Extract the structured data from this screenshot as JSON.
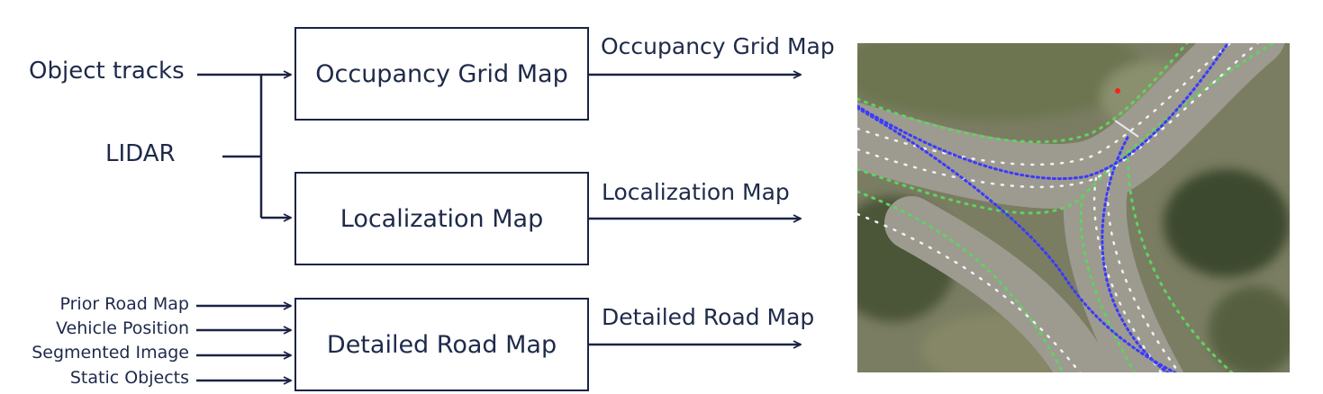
{
  "inputs": {
    "object_tracks": "Object tracks",
    "lidar": "LIDAR",
    "prior_road_map": "Prior Road Map",
    "vehicle_position": "Vehicle Position",
    "segmented_image": "Segmented Image",
    "static_objects": "Static Objects"
  },
  "boxes": {
    "occupancy": "Occupancy Grid Map",
    "localization": "Localization Map",
    "detailed": "Detailed Road Map"
  },
  "outputs": {
    "occupancy": "Occupancy Grid Map",
    "localization": "Localization Map",
    "detailed": "Detailed Road Map"
  },
  "colors": {
    "line": "#1a2347",
    "text": "#1e2a4a",
    "lane_blue": "#3a3aff",
    "lane_green": "#5fd35f",
    "lane_white": "#f2f2f2"
  },
  "image": {
    "description_icon": "aerial-intersection-map"
  }
}
